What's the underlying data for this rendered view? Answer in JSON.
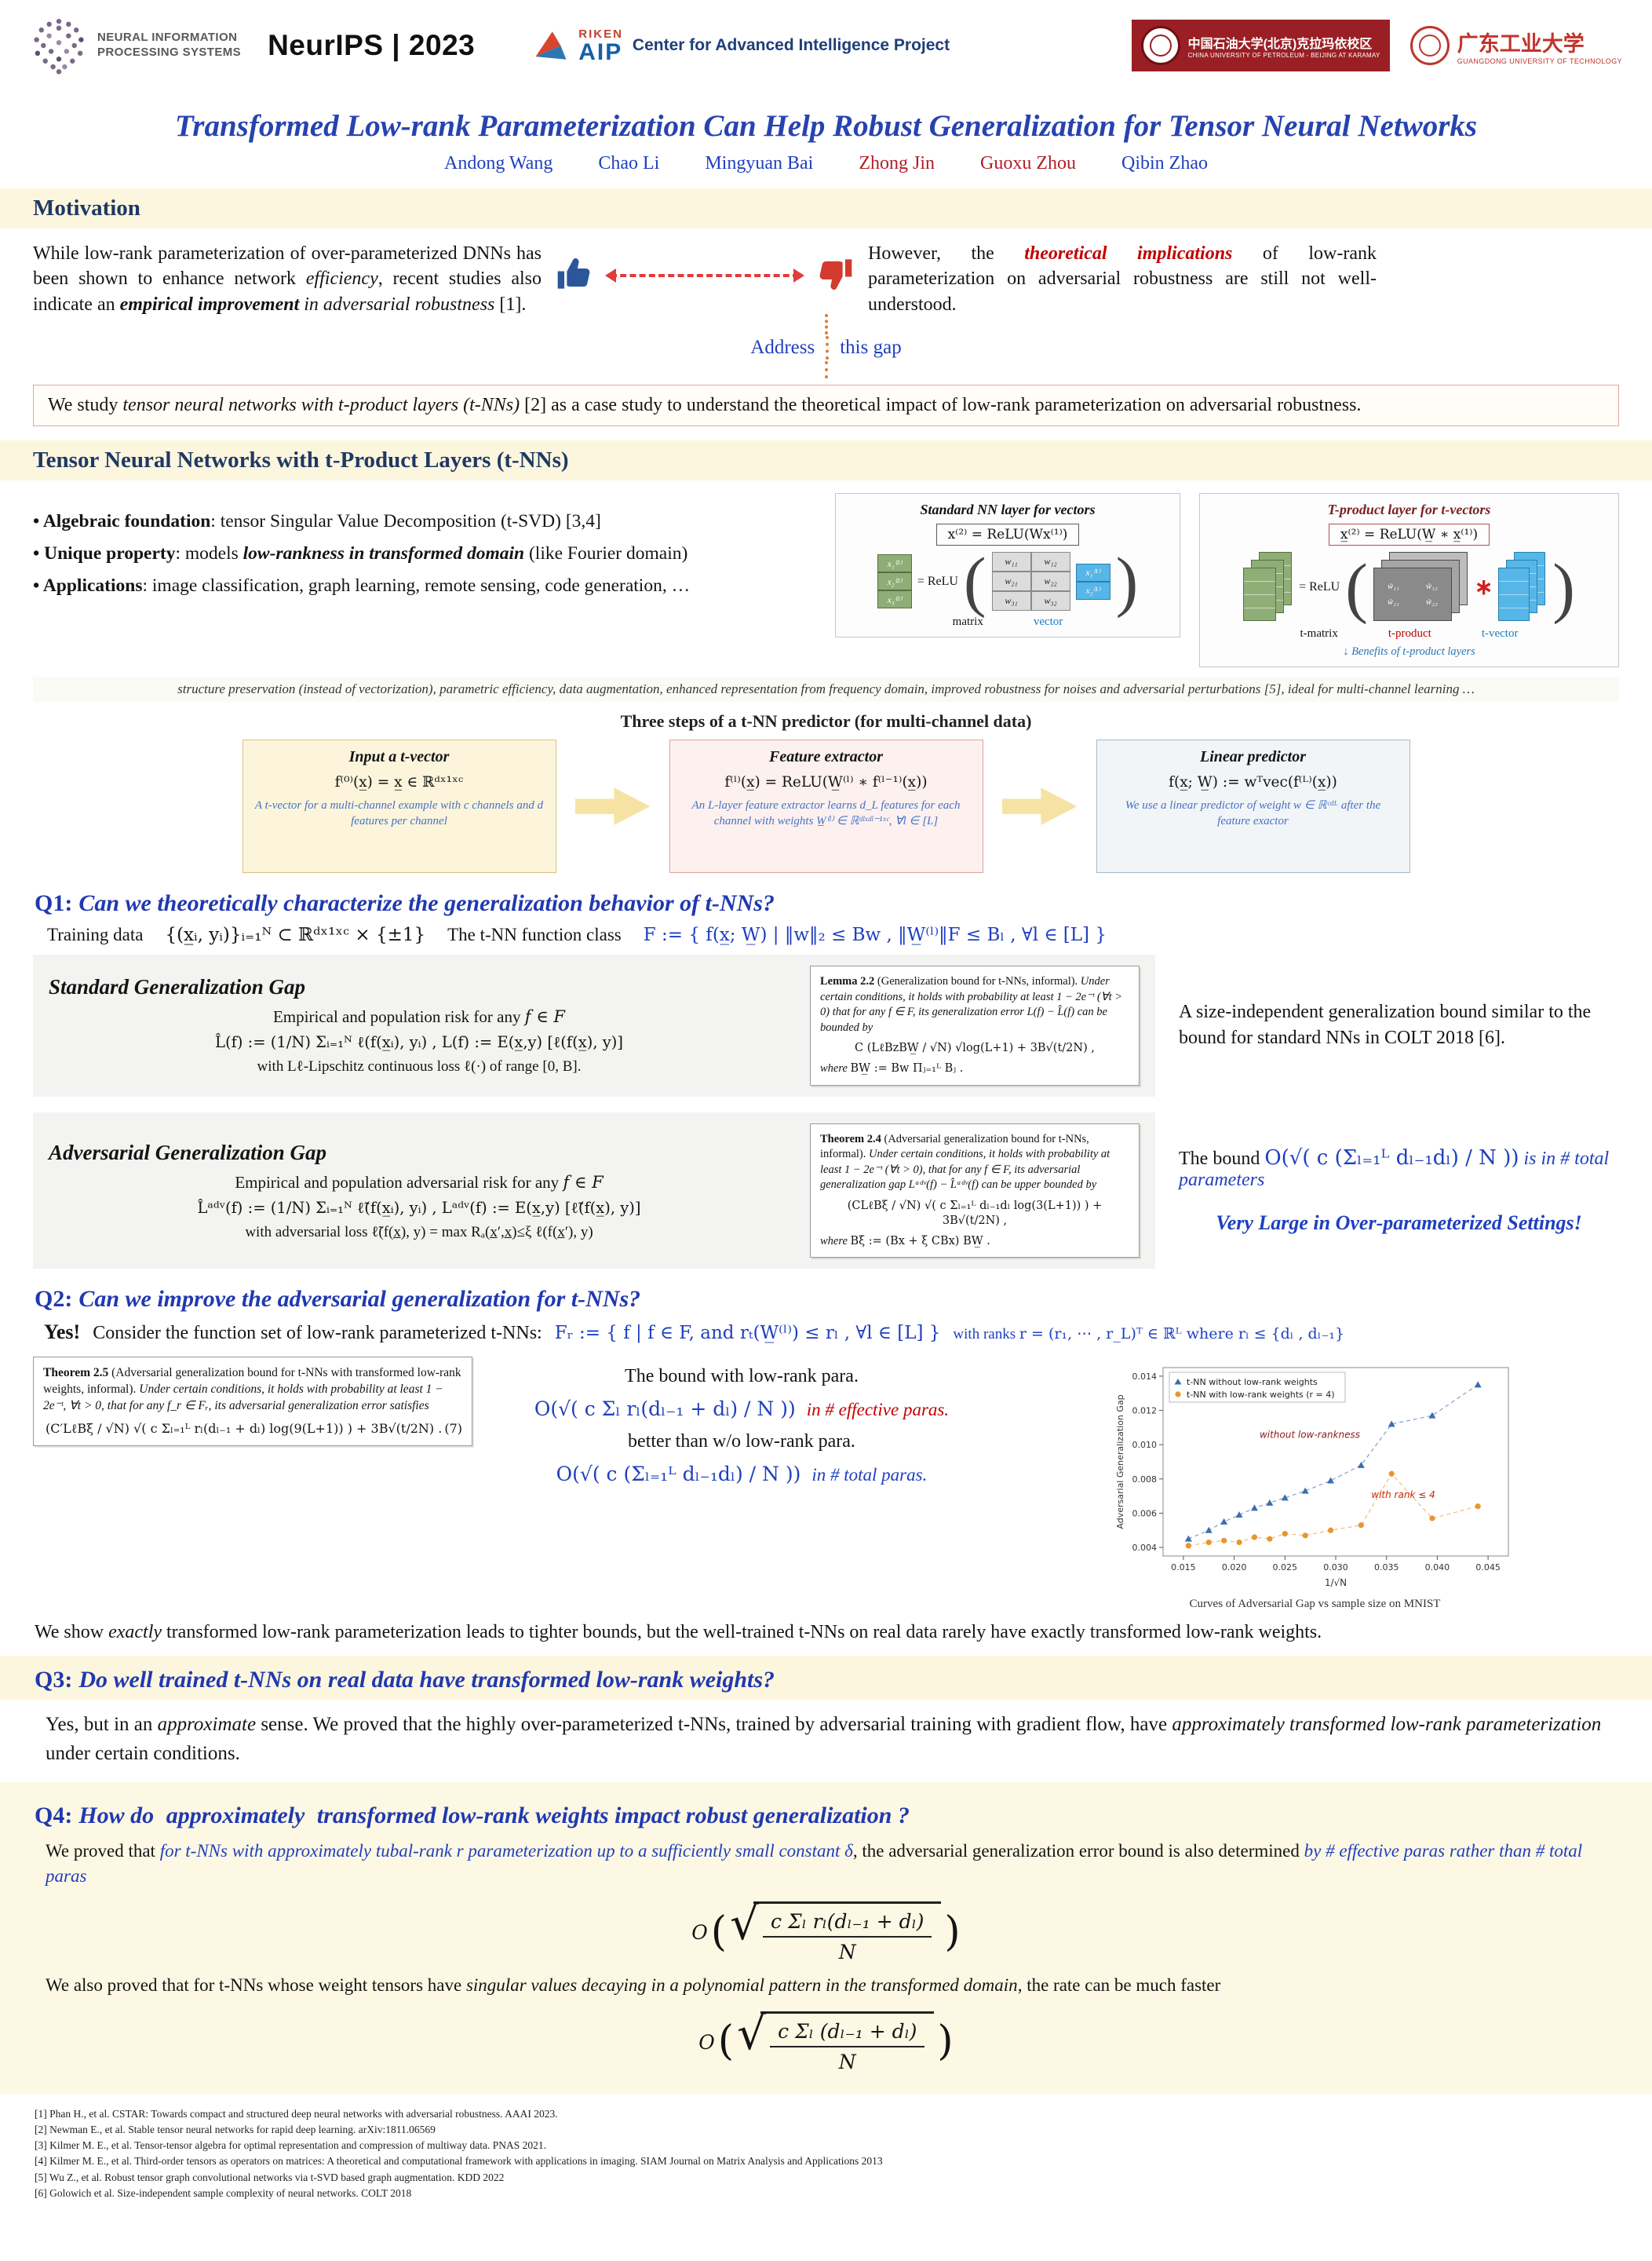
{
  "header": {
    "neurips_line1": "NEURAL INFORMATION",
    "neurips_line2": "PROCESSING SYSTEMS",
    "neurips_2023": "NeurIPS | 2023",
    "riken": "RIKEN",
    "aip": "AIP",
    "caip": "Center for Advanced Intelligence Project",
    "cup_cn": "中国石油大学(北京)克拉玛依校区",
    "cup_en": "CHINA UNIVERSITY OF PETROLEUM - BEIJING AT KARAMAY",
    "gdut_cn": "广东工业大学",
    "gdut_en": "GUANGDONG UNIVERSITY OF TECHNOLOGY"
  },
  "title": "Transformed Low-rank Parameterization Can Help Robust Generalization for Tensor Neural Networks",
  "authors": [
    {
      "name": "Andong Wang"
    },
    {
      "name": "Chao Li"
    },
    {
      "name": "Mingyuan Bai"
    },
    {
      "name": "Zhong Jin"
    },
    {
      "name": "Guoxu Zhou"
    },
    {
      "name": "Qibin Zhao"
    }
  ],
  "motivation": {
    "heading": "Motivation",
    "left": [
      "While low-rank parameterization of over-parameterized DNNs has been shown to enhance network ",
      "efficiency",
      ", recent studies also indicate an ",
      "empirical improvement",
      " in adversarial robustness",
      " [1]."
    ],
    "right": [
      "However, the ",
      "theoretical implications",
      " of low-rank parameterization on adversarial robustness are still not well-understood."
    ],
    "address_1": "Address",
    "address_2": "this gap",
    "study_box": [
      "We study ",
      "tensor neural networks with t-product layers (t-NNs)",
      " [2] as a case study to understand the theoretical impact of low-rank parameterization on adversarial robustness."
    ]
  },
  "tnn": {
    "heading": "Tensor Neural Networks with t-Product Layers (t-NNs)",
    "bullets": [
      {
        "lead": "Algebraic foundation",
        "mid": ": tensor Singular Value Decomposition (t-SVD) [3,4]",
        "emph": "",
        "rest": ""
      },
      {
        "lead": "Unique property",
        "mid": ": models ",
        "emph": "low-rankness in transformed domain",
        "rest": " (like Fourier domain)"
      },
      {
        "lead": "Applications",
        "mid": ": image classification, graph learning, remote sensing, code generation, …",
        "emph": "",
        "rest": ""
      }
    ],
    "std_layer": {
      "title": "Standard NN layer for vectors",
      "formula": "x⁽²⁾ = ReLU(Wx⁽¹⁾)",
      "relu": "= ReLU",
      "out_entries": [
        "x₁⁽²⁾",
        "x₂⁽²⁾",
        "x₃⁽²⁾"
      ],
      "matrix_entries": [
        "w₁₁",
        "w₁₂",
        "w₂₁",
        "w₂₂",
        "w₃₁",
        "w₃₂"
      ],
      "vec_entries": [
        "x₁⁽¹⁾",
        "x₂⁽¹⁾"
      ],
      "matrix_label": "matrix",
      "vector_label": "vector"
    },
    "tprod_layer": {
      "title": "T-product layer for t-vectors",
      "formula": "x̲⁽²⁾ = ReLU(W̲ ∗ x̲⁽¹⁾)",
      "relu": "= ReLU",
      "star": "∗",
      "matrix_entries": [
        "w̃₁₁",
        "w̃₁₂",
        "w̃₂₁",
        "w̃₂₂"
      ],
      "tmatrix_label": "t-matrix",
      "tproduct_label": "t-product",
      "tvector_label": "t-vector",
      "benefits_label": "Benefits of t-product layers",
      "down_arrow": "↓"
    },
    "benefits_line": "structure preservation (instead of vectorization), parametric efficiency, data augmentation, enhanced representation from frequency domain, improved robustness for noises and adversarial perturbations [5], ideal for multi-channel learning …",
    "three_steps_title": "Three steps of  a  t-NN  predictor (for multi-channel data)",
    "steps": [
      {
        "title": "Input a t-vector",
        "formula": "f⁽⁰⁾(x̲) = x̲ ∈ ℝᵈˣ¹ˣᶜ",
        "caption": "A t-vector for a multi-channel example with c channels and d features per channel"
      },
      {
        "title": "Feature extractor",
        "formula": "f⁽ˡ⁾(x̲) = ReLU(W̲⁽ˡ⁾ ∗ f⁽ˡ⁻¹⁾(x̲))",
        "caption": "An L-layer feature extractor learns d_L features for each channel with weights W̲⁽ˡ⁾ ∈ ℝᵈˡˣᵈˡ⁻¹ˣᶜ, ∀l ∈ [L]"
      },
      {
        "title": "Linear predictor",
        "formula": "f(x̲; W̲) := wᵀvec(f⁽ᴸ⁾(x̲))",
        "caption": "We use a linear predictor of weight w ∈ ℝᶜᵈᴸ after the feature exactor"
      }
    ]
  },
  "q1": {
    "label": "Q1:",
    "question": "Can we theoretically characterize the generalization behavior of t-NNs?",
    "training_label": "Training data",
    "training_formula": "{(x̲ᵢ, yᵢ)}ᵢ₌₁ᴺ ⊂ ℝᵈˣ¹ˣᶜ × {±1}",
    "class_label": "The t-NN function class",
    "class_formula": "F := { f(x̲; W̲)  |  ‖w‖₂ ≤ Bw ,  ‖W̲⁽ˡ⁾‖F ≤ Bₗ , ∀l ∈ [L] }",
    "std": {
      "title": "Standard Generalization Gap",
      "risk_line_pre": "Empirical and population risk for any  ",
      "risk_line_f": "f ∈ F",
      "risk_formula": "L̂(f) := (1/N) Σᵢ₌₁ᴺ ℓ(f(x̲ᵢ), yᵢ) ,      L(f) := E(x̲,y) [ℓ(f(x̲), y)]",
      "lo": "with Lℓ-Lipschitz continuous loss ℓ(·) of range [0, B].",
      "lemma_title": "Lemma 2.2",
      "lemma_tag": " (Generalization bound for t-NNs, informal).",
      "lemma_body": " Under certain conditions, it holds with probability at least 1 − 2e⁻ᵗ (∀t > 0) that for any f ∈ F, its generalization error L(f) − L̂(f) can be bounded by",
      "lemma_formula": "C (LℓBzBW̲ / √N) √log(L+1) + 3B√(t/2N) ,",
      "lemma_where_pre": "where ",
      "lemma_where": "BW̲ := Bw Πⱼ₌₁ᴸ Bⱼ .",
      "note": "A size-independent generalization bound similar to the bound for standard NNs in COLT 2018 [6]."
    },
    "adv": {
      "title": "Adversarial Generalization Gap",
      "risk_line_pre": "Empirical and population adversarial risk for any  ",
      "risk_line_f": "f ∈ F",
      "risk_formula": "L̂ᵃᵈᵛ(f) := (1/N) Σᵢ₌₁ᴺ ℓ̃(f(x̲ᵢ), yᵢ) ,      Lᵃᵈᵛ(f) := E(x̲,y) [ℓ̃(f(x̲), y)]",
      "lo": "with adversarial loss  ℓ̃(f(x̲), y) = max Rₐ(x̲′,x̲)≤ξ ℓ(f(x̲′), y)",
      "thm_title": "Theorem 2.4",
      "thm_tag": " (Adversarial generalization bound for t-NNs, informal).",
      "thm_body": " Under certain conditions, it holds with probability at least 1 − 2e⁻ᵗ (∀t > 0), that for any f ∈ F, its adversarial generalization gap Lᵃᵈᵛ(f) − L̂ᵃᵈᵛ(f) can be upper bounded by",
      "thm_formula": "(CLℓBξ / √N) √( c Σₗ₌₁ᴸ dₗ₋₁dₗ log(3(L+1)) ) + 3B√(t/2N) ,",
      "thm_where_pre": "where ",
      "thm_where": "Bξ := (Bx + ξ CBx) BW̲ .",
      "bound_label": "The bound",
      "bound_formula": "O(√( c (Σₗ₌₁ᴸ dₗ₋₁dₗ) / N ))",
      "bound_tail": "is in # total parameters",
      "very_large": "Very Large in Over-parameterized Settings!"
    }
  },
  "q2": {
    "label": "Q2:",
    "question": "Can we improve the adversarial generalization for t-NNs?",
    "yes": "Yes!",
    "consider": "Consider the function set of low-rank parameterized t-NNs:",
    "set_formula": "Fᵣ := { f | f ∈ F, and rₜ(W̲⁽ˡ⁾) ≤ rₗ , ∀l ∈ [L] }",
    "ranks_pre": "with ranks ",
    "ranks": "r = (r₁, ⋯ , r_L)ᵀ ∈ ℝᴸ where rₗ ≤ {dₗ , dₗ₋₁}",
    "thm": {
      "title": "Theorem 2.5",
      "tag": " (Adversarial generalization bound for t-NNs with transformed low-rank weights, informal).",
      "body": " Under certain conditions, it holds with probability at least 1 − 2e⁻ᵗ, ∀t > 0, that for any f_r ∈ Fᵣ, its adversarial generalization error satisfies",
      "formula": "(C′LℓBξ / √N) √( c Σₗ₌₁ᴸ rₗ(dₗ₋₁ + dₗ) log(9(L+1)) ) + 3B√(t/2N) .",
      "eqnum": "(7)"
    },
    "cmp": {
      "with_label": "The bound with low-rank para.",
      "with_formula": "O(√( c Σₗ rₗ(dₗ₋₁ + dₗ) / N ))",
      "with_note": "in # effective paras.",
      "better_label": "better than w/o low-rank para.",
      "total_formula": "O(√( c (Σₗ₌₁ᴸ dₗ₋₁dₗ) / N ))",
      "total_note": "in # total paras."
    },
    "caption": "Curves of Adversarial Gap vs sample size  on MNIST",
    "closing": [
      "We show ",
      "exactly",
      " transformed low-rank parameterization leads to tighter bounds,  but the well-trained t-NNs on real data rarely have exactly transformed low-rank weights."
    ]
  },
  "q3": {
    "label": "Q3:",
    "question": "Do well trained t-NNs on real data have transformed low-rank weights?",
    "answer": [
      "Yes, but in an ",
      "approximate",
      " sense. We proved that the highly over-parameterized t-NNs, trained by adversarial training with gradient flow, have ",
      "approximately transformed low-rank parameterization",
      " under certain conditions."
    ]
  },
  "q4": {
    "label": "Q4:",
    "q_parts": [
      "How do ",
      "approximately",
      " transformed low-rank weights impact robust generalization ?"
    ],
    "p1": [
      "We proved that ",
      "for t-NNs with approximately tubal-rank r parameterization up to a sufficiently small constant δ",
      ", the adversarial generalization error bound is also determined ",
      "by # effective paras rather than # total paras"
    ],
    "f1_prefix": "O",
    "f1_num": "c Σₗ rₗ(dₗ₋₁ + dₗ)",
    "f1_den": "N",
    "p2": [
      "We also proved that for t-NNs whose weight tensors have ",
      "singular values decaying in a polynomial pattern in the transformed domain",
      ", the rate can be much faster"
    ],
    "f2_prefix": "O",
    "f2_num": "c Σₗ (dₗ₋₁ + dₗ)",
    "f2_den": "N"
  },
  "references": [
    "[1] Phan H., et al. CSTAR: Towards compact and structured deep neural networks with adversarial robustness. AAAI 2023.",
    "[2] Newman E., et al. Stable tensor neural networks for rapid deep learning. arXiv:1811.06569",
    "[3] Kilmer M. E., et al. Tensor-tensor algebra for optimal representation and compression of multiway data. PNAS 2021.",
    "[4] Kilmer M. E., et al. Third-order tensors as operators on matrices: A theoretical and computational framework with applications in imaging. SIAM Journal on Matrix Analysis and Applications 2013",
    "[5] Wu Z., et al. Robust tensor graph convolutional networks via t-SVD based graph augmentation. KDD 2022",
    "[6] Golowich et al. Size-independent sample complexity of neural networks. COLT 2018"
  ],
  "chart_data": {
    "type": "scatter",
    "title": "Curves of Adversarial Gap vs sample size on MNIST",
    "xlabel": "1/√N",
    "ylabel": "Adversarial Generalization Gap",
    "xlim": [
      0.013,
      0.047
    ],
    "ylim": [
      0.0035,
      0.0145
    ],
    "xticks": [
      0.015,
      0.02,
      0.025,
      0.03,
      0.035,
      0.04,
      0.045
    ],
    "yticks": [
      0.004,
      0.006,
      0.008,
      0.01,
      0.012,
      0.014
    ],
    "legend_position": "top-left",
    "grid": false,
    "series": [
      {
        "name": "t-NN without low-rank weights",
        "marker": "triangle",
        "color": "#3a6fb0",
        "x": [
          0.0155,
          0.0175,
          0.019,
          0.0205,
          0.022,
          0.0235,
          0.025,
          0.027,
          0.0295,
          0.0325,
          0.0355,
          0.0395,
          0.044
        ],
        "y": [
          0.0045,
          0.005,
          0.0055,
          0.0059,
          0.0063,
          0.0066,
          0.0069,
          0.0073,
          0.0079,
          0.0088,
          0.0112,
          0.0117,
          0.0135
        ]
      },
      {
        "name": "t-NN with low-rank weights (r = 4)",
        "marker": "circle",
        "color": "#e8962e",
        "x": [
          0.0155,
          0.0175,
          0.019,
          0.0205,
          0.022,
          0.0235,
          0.025,
          0.027,
          0.0295,
          0.0325,
          0.0355,
          0.0395,
          0.044
        ],
        "y": [
          0.0041,
          0.0043,
          0.0044,
          0.0043,
          0.0046,
          0.0045,
          0.0048,
          0.0047,
          0.005,
          0.0053,
          0.0083,
          0.0057,
          0.0064
        ]
      }
    ],
    "annotations": [
      {
        "text": "without low-rankness",
        "x": 0.0225,
        "y": 0.0104,
        "color": "#8b1a1a"
      },
      {
        "text": "with rank ≤ 4",
        "x": 0.0335,
        "y": 0.0069,
        "color": "#cc2a00"
      }
    ]
  }
}
